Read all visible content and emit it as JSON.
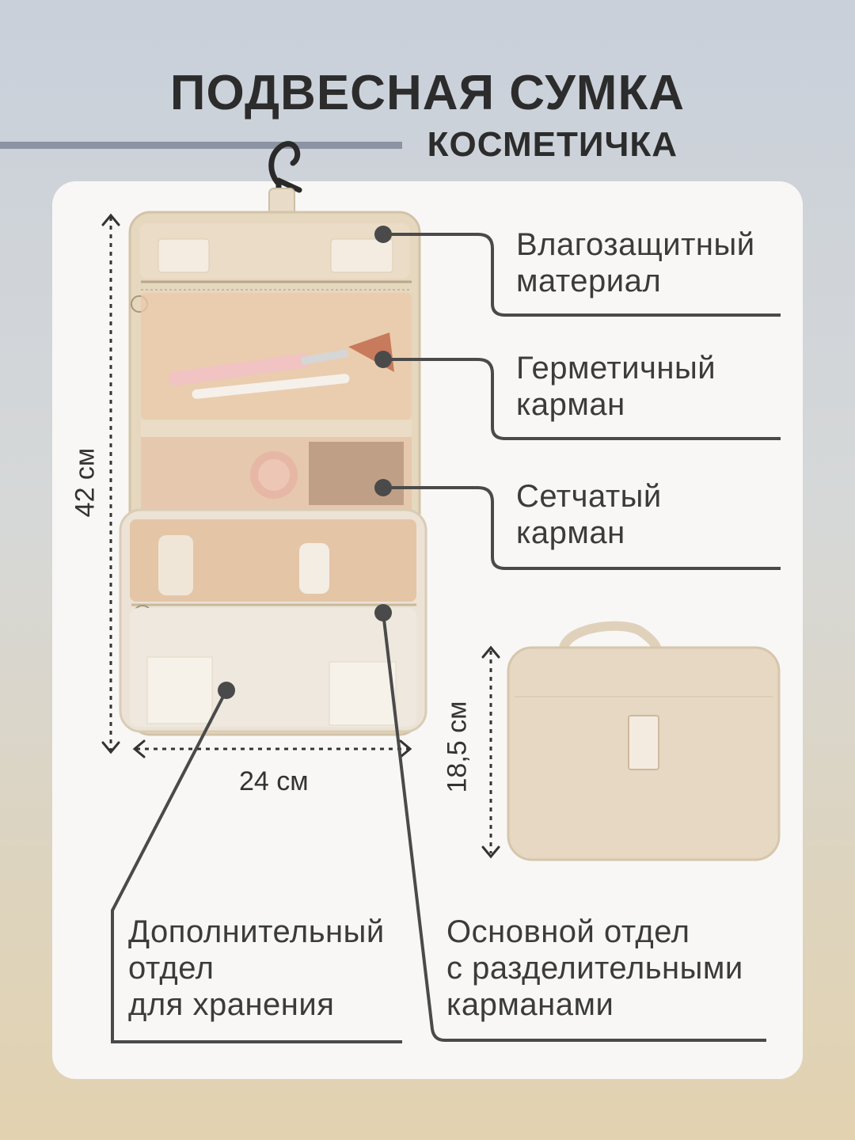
{
  "header": {
    "title": "ПОДВЕСНАЯ СУМКА",
    "subtitle": "КОСМЕТИЧКА"
  },
  "features": {
    "waterproof": "Влагозащитный\nматериал",
    "sealed_pocket": "Герметичный\nкарман",
    "mesh_pocket": "Сетчатый\nкарман",
    "extra_compartment": "Дополнительный\nотдел\nдля хранения",
    "main_compartment": "Основной отдел\nс разделительными\nкарманами"
  },
  "dimensions": {
    "height_open": "42 см",
    "width": "24 см",
    "height_closed": "18,5 см"
  },
  "colors": {
    "bag_beige": "#e9dcc6",
    "leader_line": "#4a4a4a",
    "rail": "#8c93a3"
  }
}
